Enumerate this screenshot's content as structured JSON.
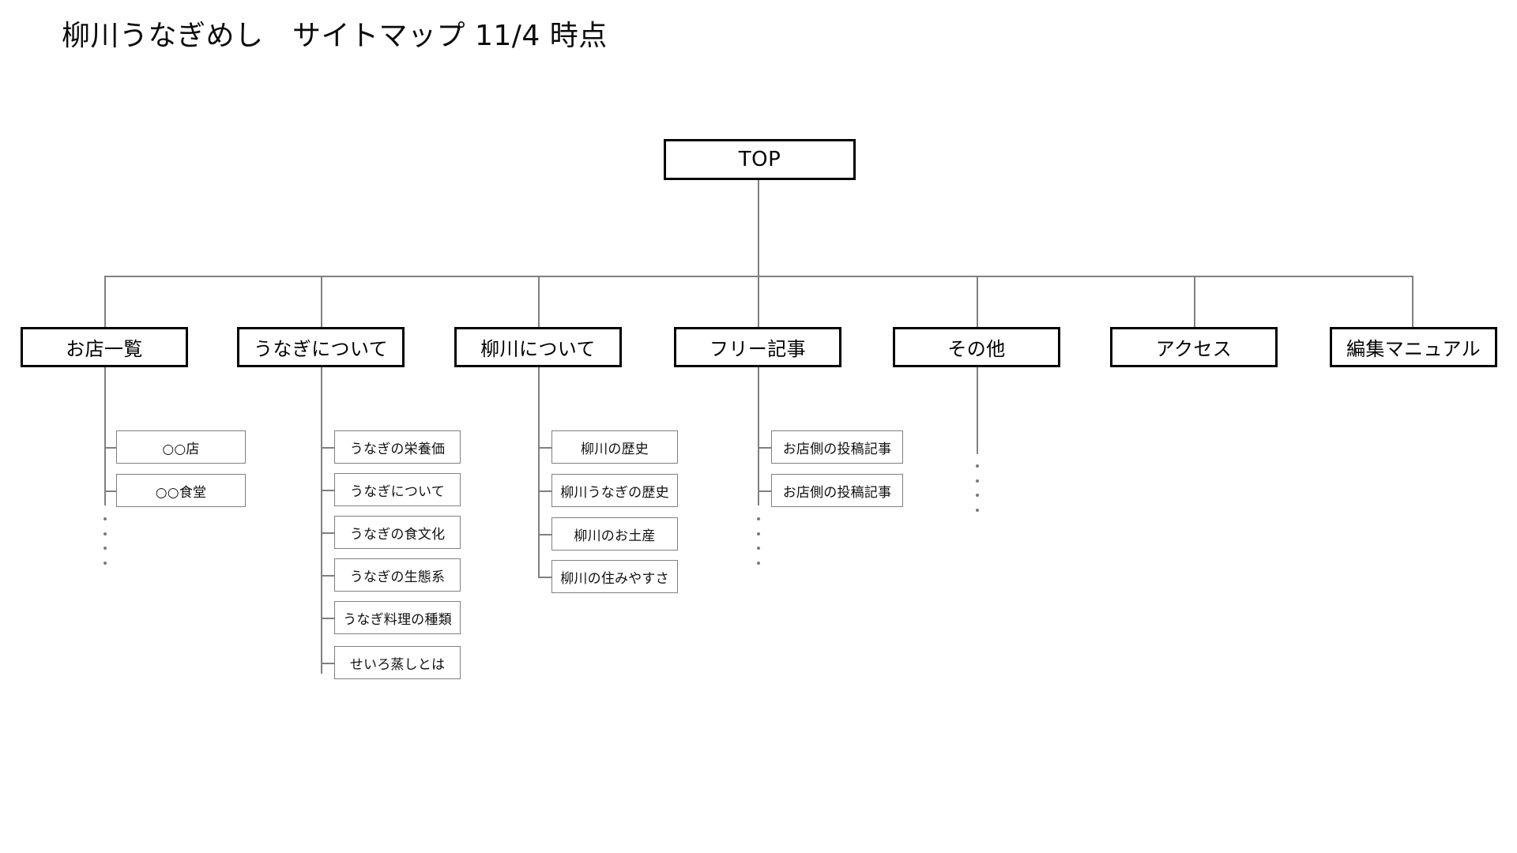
{
  "document": {
    "title": "柳川うなぎめし　サイトマップ 11/4 時点",
    "background_color": "#ffffff",
    "line_color": "#808080",
    "node_border_primary": "#000000",
    "node_border_secondary": "#808080"
  },
  "diagram": {
    "type": "sitemap-tree",
    "root": {
      "label": "TOP"
    },
    "sections": [
      {
        "label": "お店一覧",
        "children": [
          {
            "label": "○○店"
          },
          {
            "label": "○○食堂"
          }
        ],
        "truncated": true
      },
      {
        "label": "うなぎについて",
        "children": [
          {
            "label": "うなぎの栄養価"
          },
          {
            "label": "うなぎについて"
          },
          {
            "label": "うなぎの食文化"
          },
          {
            "label": "うなぎの生態系"
          },
          {
            "label": "うなぎ料理の種類"
          },
          {
            "label": "せいろ蒸しとは"
          }
        ],
        "truncated": false
      },
      {
        "label": "柳川について",
        "children": [
          {
            "label": "柳川の歴史"
          },
          {
            "label": "柳川うなぎの歴史"
          },
          {
            "label": "柳川のお土産"
          },
          {
            "label": "柳川の住みやすさ"
          }
        ],
        "truncated": false
      },
      {
        "label": "フリー記事",
        "children": [
          {
            "label": "お店側の投稿記事"
          },
          {
            "label": "お店側の投稿記事"
          }
        ],
        "truncated": true
      },
      {
        "label": "その他",
        "children": [],
        "truncated": true
      },
      {
        "label": "アクセス",
        "children": [],
        "truncated": false
      },
      {
        "label": "編集マニュアル",
        "children": [],
        "truncated": false
      }
    ]
  }
}
